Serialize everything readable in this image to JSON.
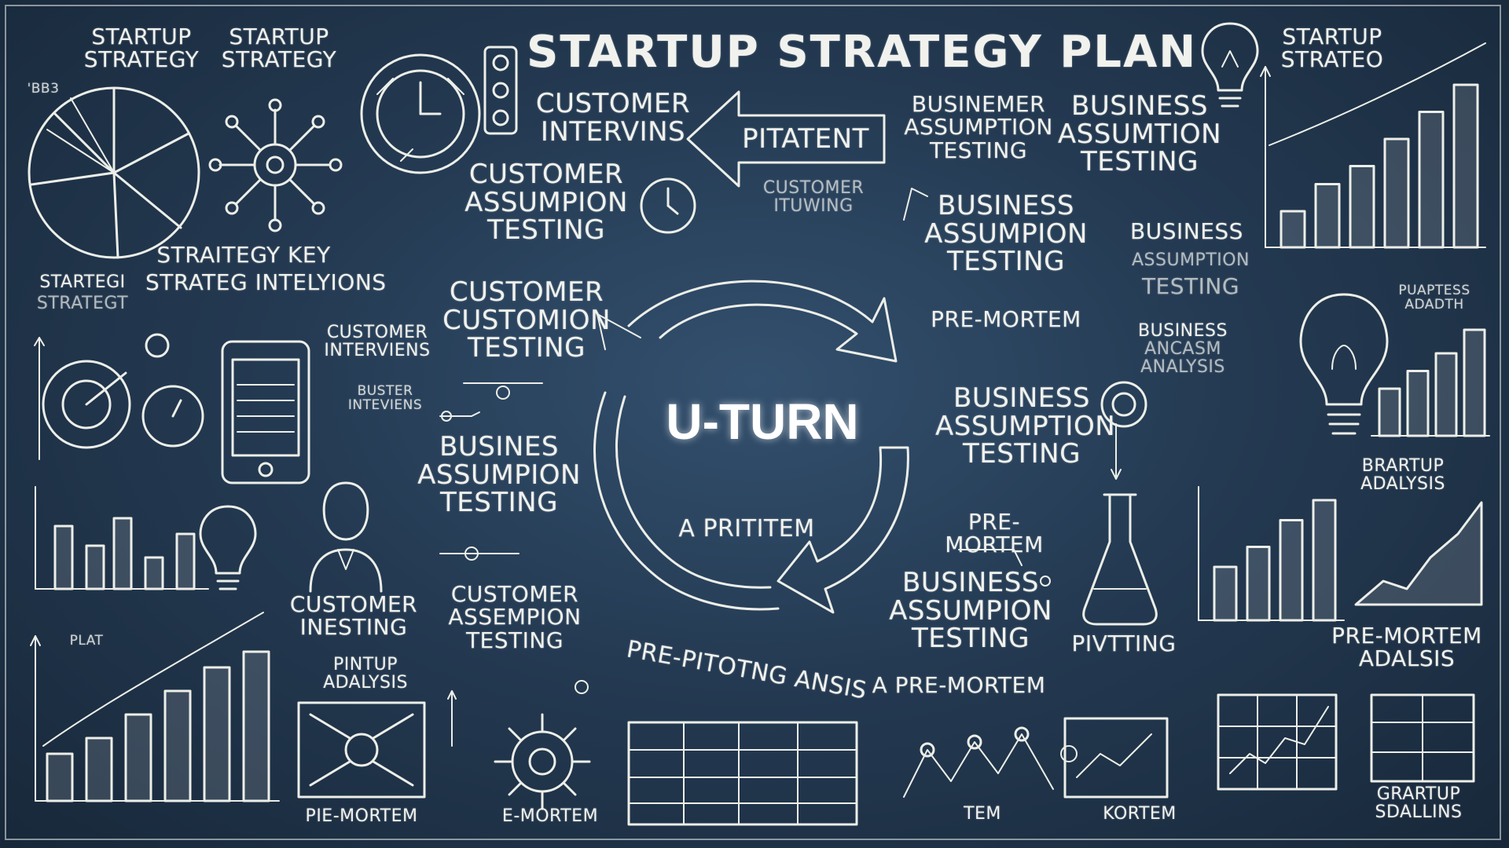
{
  "title": "STARTUP STRATEGY PLAN",
  "center": {
    "label": "U-TURN",
    "sub": "A PRITITEM"
  },
  "arc_text": "PRE-PITOTNG ANSIS",
  "arrow_banner": "PITATENT",
  "top_left": {
    "line1a": "STARTUP",
    "line1b": "STARTUP",
    "line2a": "STRATEGY",
    "line2b": "STRATEGY",
    "tag": "'BB3"
  },
  "left": {
    "strategy_key": "STRAITEGY KEY",
    "strateg_int": "STRATEG INTELYIONS",
    "startegi": "STARTEGI",
    "strategt": "STRATEGT",
    "cust_interviens": [
      "CUSTOMER",
      "INTERVIENS"
    ],
    "buster": [
      "BUSTER",
      "INTEVIENS"
    ],
    "customer_inesting": [
      "CUSTOMER",
      "INESTING"
    ],
    "pintup": [
      "PINTUP",
      "ADALYSIS"
    ],
    "plat": "PLAT",
    "pie_mortem": "PIE-MORTEM"
  },
  "mid_left": {
    "customer_intervins": [
      "CUSTOMER",
      "INTERVINS"
    ],
    "customer_assumpion": [
      "CUSTOMER",
      "ASSUMPION",
      "TESTING"
    ],
    "customer_custom": [
      "CUSTOMER",
      "CUSTOMION",
      "TESTING"
    ],
    "busines_assumpion": [
      "BUSINES",
      "ASSUMPION",
      "TESTING"
    ],
    "customer_assemp": [
      "CUSTOMER",
      "ASSEMPION",
      "TESTING"
    ],
    "bottom_mortem": "E-MORTEM"
  },
  "mid": {
    "custome_ituwing": [
      "CUSTOMER",
      "ITUWING"
    ]
  },
  "mid_right": {
    "businemer": [
      "BUSINEMER",
      "ASSUMPTION",
      "TESTING"
    ],
    "business_assumpion": [
      "BUSINESS",
      "ASSUMPION",
      "TESTING"
    ],
    "pre_mortem": "PRE-MORTEM",
    "business_assumption2": [
      "BUSINESS",
      "ASSUMPTION",
      "TESTING"
    ],
    "pre_mortem2": [
      "PRE-",
      "MORTEM"
    ],
    "business_assumpion3": [
      "BUSINESS",
      "ASSUMPION",
      "TESTING"
    ],
    "a_pre_mortem": "A PRE-MORTEM",
    "tem": "TEM",
    "kortem": "KORTEM"
  },
  "right": {
    "business_assumtion": [
      "BUSINESS",
      "ASSUMTION",
      "TESTING"
    ],
    "business": "BUSINESS",
    "assumption_faint": "ASSUMPTION",
    "testing_faint": "TESTING",
    "business_analysis": [
      "BUSINESS",
      "ANCASM",
      "ANALYSIS"
    ],
    "pivtting": "PIVTTING"
  },
  "far_right": {
    "startup_strateo": [
      "STARTUP",
      "STRATEO"
    ],
    "puaptess": [
      "PUAPTESS",
      "ADADTH"
    ],
    "brartup": [
      "BRARTUP",
      "ADALYSIS"
    ],
    "pre_mortem_adalsis": [
      "PRE-MORTEM",
      "ADALSIS"
    ],
    "grartup": [
      "GRARTUP",
      "SDALLINS"
    ]
  },
  "bar_charts": {
    "top_right": [
      0.2,
      0.35,
      0.45,
      0.6,
      0.75,
      0.9
    ],
    "bottom_left": [
      0.3,
      0.4,
      0.55,
      0.7,
      0.85,
      0.95
    ],
    "mid_right": [
      0.4,
      0.55,
      0.75,
      0.9
    ],
    "right_mid": [
      0.4,
      0.55,
      0.7,
      0.9
    ]
  }
}
